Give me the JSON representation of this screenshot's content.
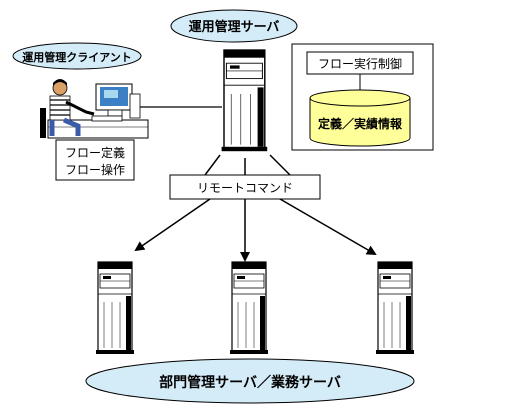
{
  "top_server_label": "運用管理サーバ",
  "client_label": "運用管理クライアント",
  "client_functions": [
    "フロー定義",
    "フロー操作"
  ],
  "flow_control_label": "フロー実行制御",
  "database_label": "定義／実績情報",
  "remote_command_label": "リモートコマンド",
  "bottom_label": "部門管理サーバ／業務サーバ",
  "colors": {
    "ellipse_fill": "#d4ecf8",
    "database_fill": "#ffff99",
    "server_body": "#ffffff",
    "panel_fill": "#ffffff"
  },
  "icons": [
    "person-at-computer-icon",
    "server-tower-icon",
    "database-cylinder-icon"
  ]
}
